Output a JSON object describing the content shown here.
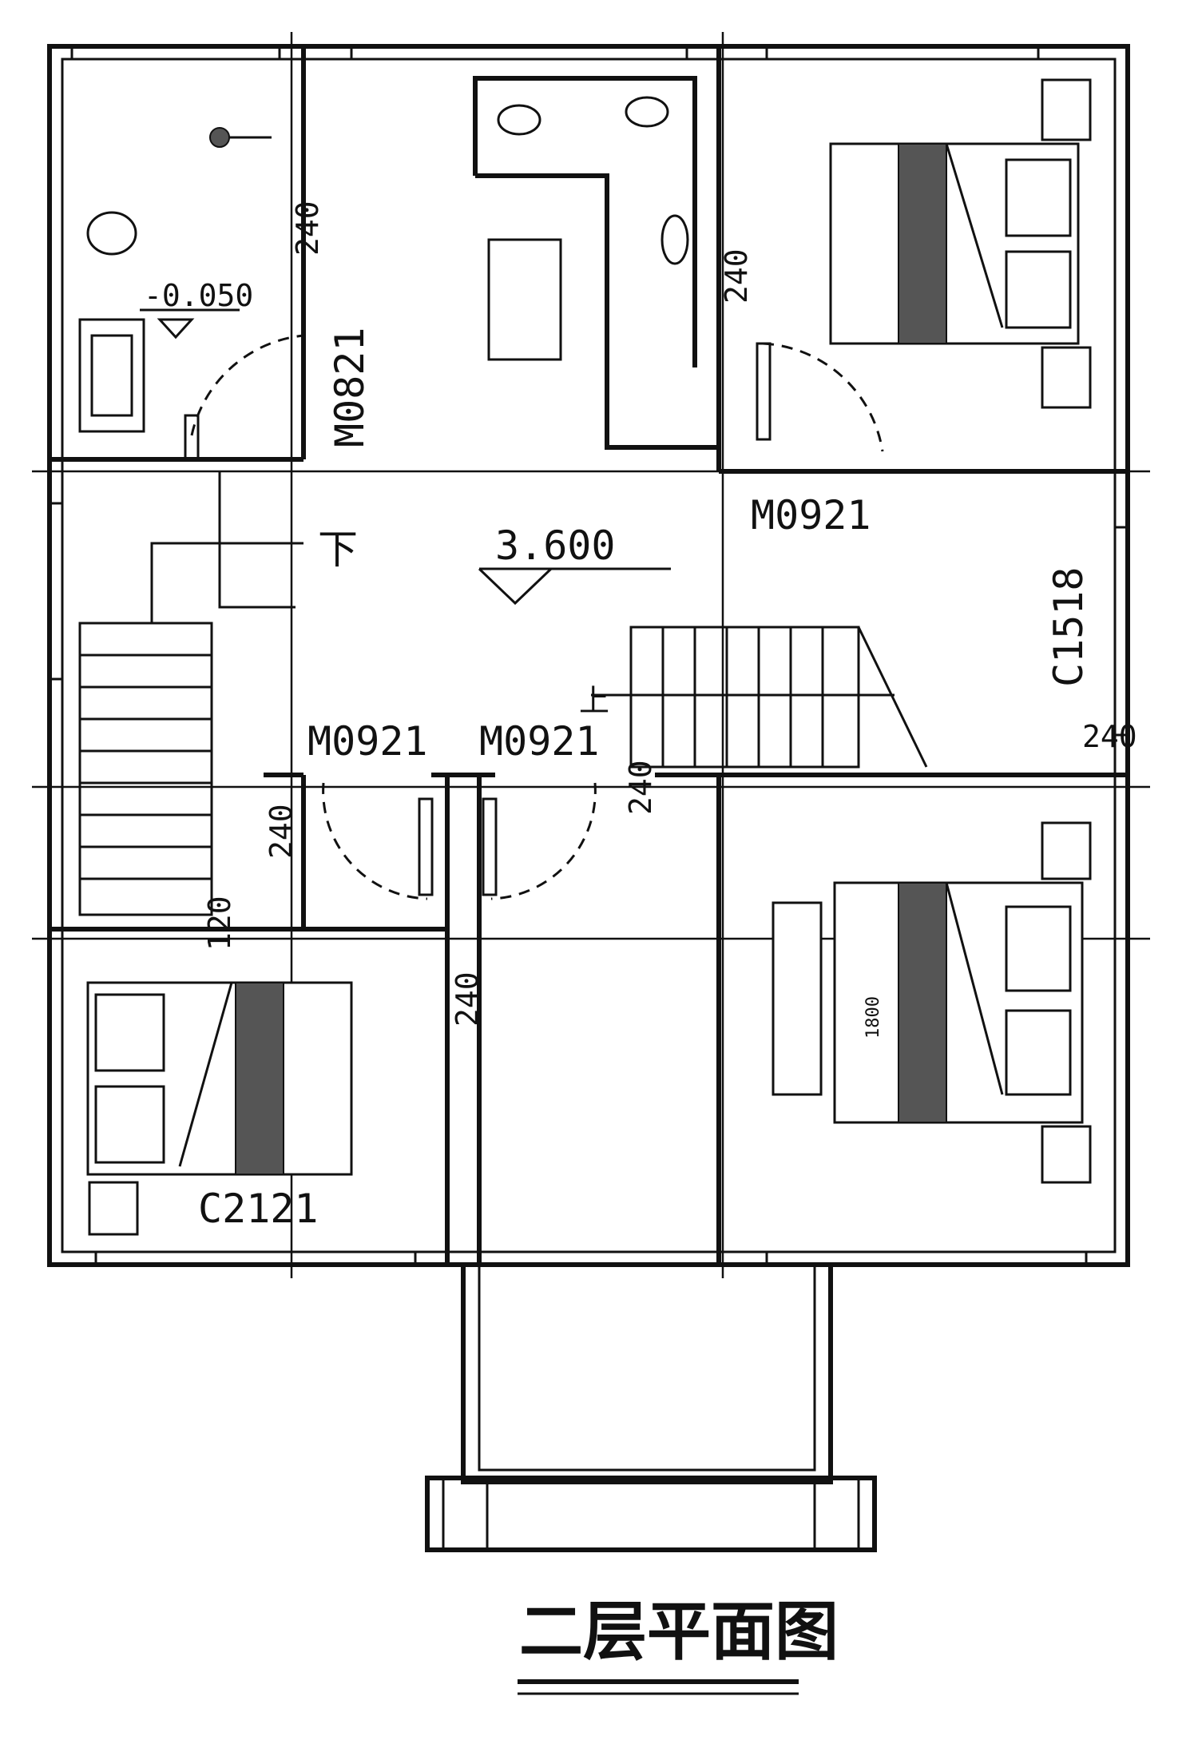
{
  "title": "二层平面图",
  "elevations": {
    "floor": "3.600",
    "bathroom": "-0.050"
  },
  "door_labels": {
    "bath_door": "M0821",
    "bedroom_ne_door": "M0921",
    "door_left": "M0921",
    "door_right": "M0921"
  },
  "window_labels": {
    "east_window": "C1518",
    "south_west_window": "C2121"
  },
  "dimensions": {
    "d240": "240",
    "d120": "120",
    "d1800": "1800"
  },
  "stair_labels": {
    "down": "下",
    "up": "上"
  },
  "colors": {
    "ink": "#111111",
    "background": "#ffffff"
  }
}
